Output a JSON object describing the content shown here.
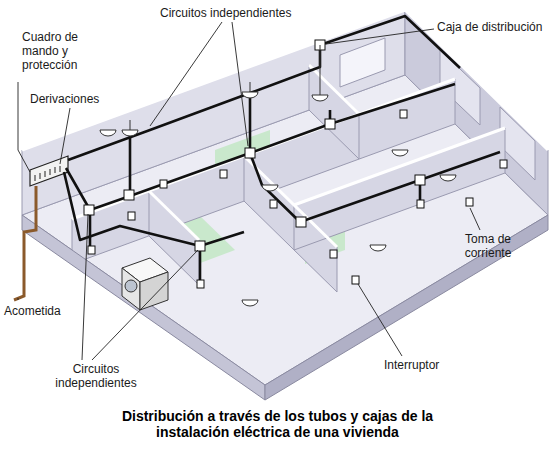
{
  "diagram": {
    "caption": "Distribución a través de los tubos y cajas de la instalación eléctrica de una vivienda",
    "labels": [
      "Circuitos independientes",
      "Caja de distribución",
      "Cuadro de mando y protección",
      "Derivaciones",
      "Toma de corriente",
      "Acometida",
      "Interruptor",
      "Circuitos independientes"
    ]
  }
}
